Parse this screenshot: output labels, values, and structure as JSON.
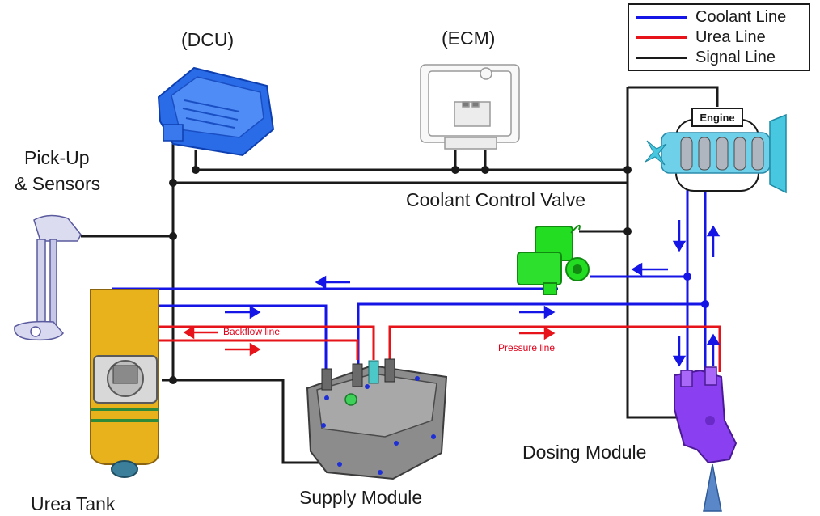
{
  "labels": {
    "dcu": "(DCU)",
    "ecm": "(ECM)",
    "pickup_line1": "Pick-Up",
    "pickup_line2": "& Sensors",
    "coolant_valve": "Coolant Control Valve",
    "engine": "Engine",
    "dosing_module": "Dosing Module",
    "supply_module": "Supply Module",
    "urea_tank": "Urea Tank",
    "backflow_line": "Backflow line",
    "pressure_line": "Pressure line"
  },
  "legend": [
    {
      "label": "Coolant Line",
      "color": "#1515e6"
    },
    {
      "label": "Urea Line",
      "color": "#e6141a"
    },
    {
      "label": "Signal Line",
      "color": "#1a1a1a"
    }
  ],
  "colors": {
    "coolant": "#1515e6",
    "urea": "#e6141a",
    "signal": "#1a1a1a",
    "dcu": "#2a6be8",
    "valve": "#22dd22",
    "tank": "#e8b21c",
    "dosing": "#8a3ff0",
    "engine": "#6fd0ea",
    "spray": "#5a87c8"
  }
}
